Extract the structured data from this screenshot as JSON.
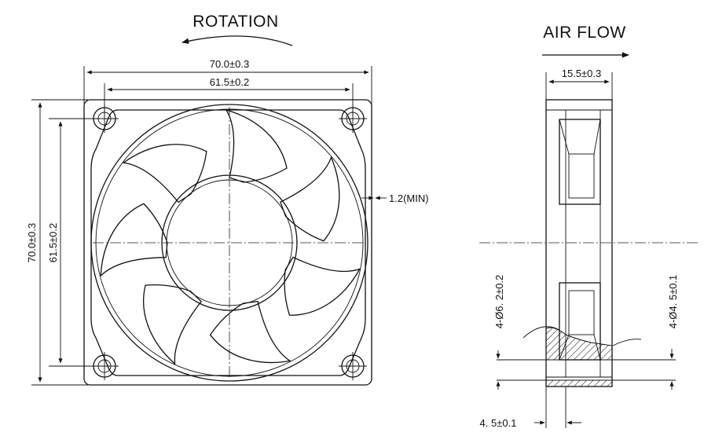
{
  "labels": {
    "rotation": "ROTATION",
    "air_flow": "AIR FLOW",
    "outer_width": "70.0±0.3",
    "hole_spacing_width": "61.5±0.2",
    "outer_height": "70.0±0.3",
    "hole_spacing_height": "61.5±0.2",
    "min_gap": "1.2(MIN)",
    "depth": "15.5±0.3",
    "hole_diameter_large": "4-Ø6. 2±0.2",
    "hole_diameter_small": "4-Ø4. 5±0.1",
    "flange_thickness": "4. 5±0.1"
  }
}
